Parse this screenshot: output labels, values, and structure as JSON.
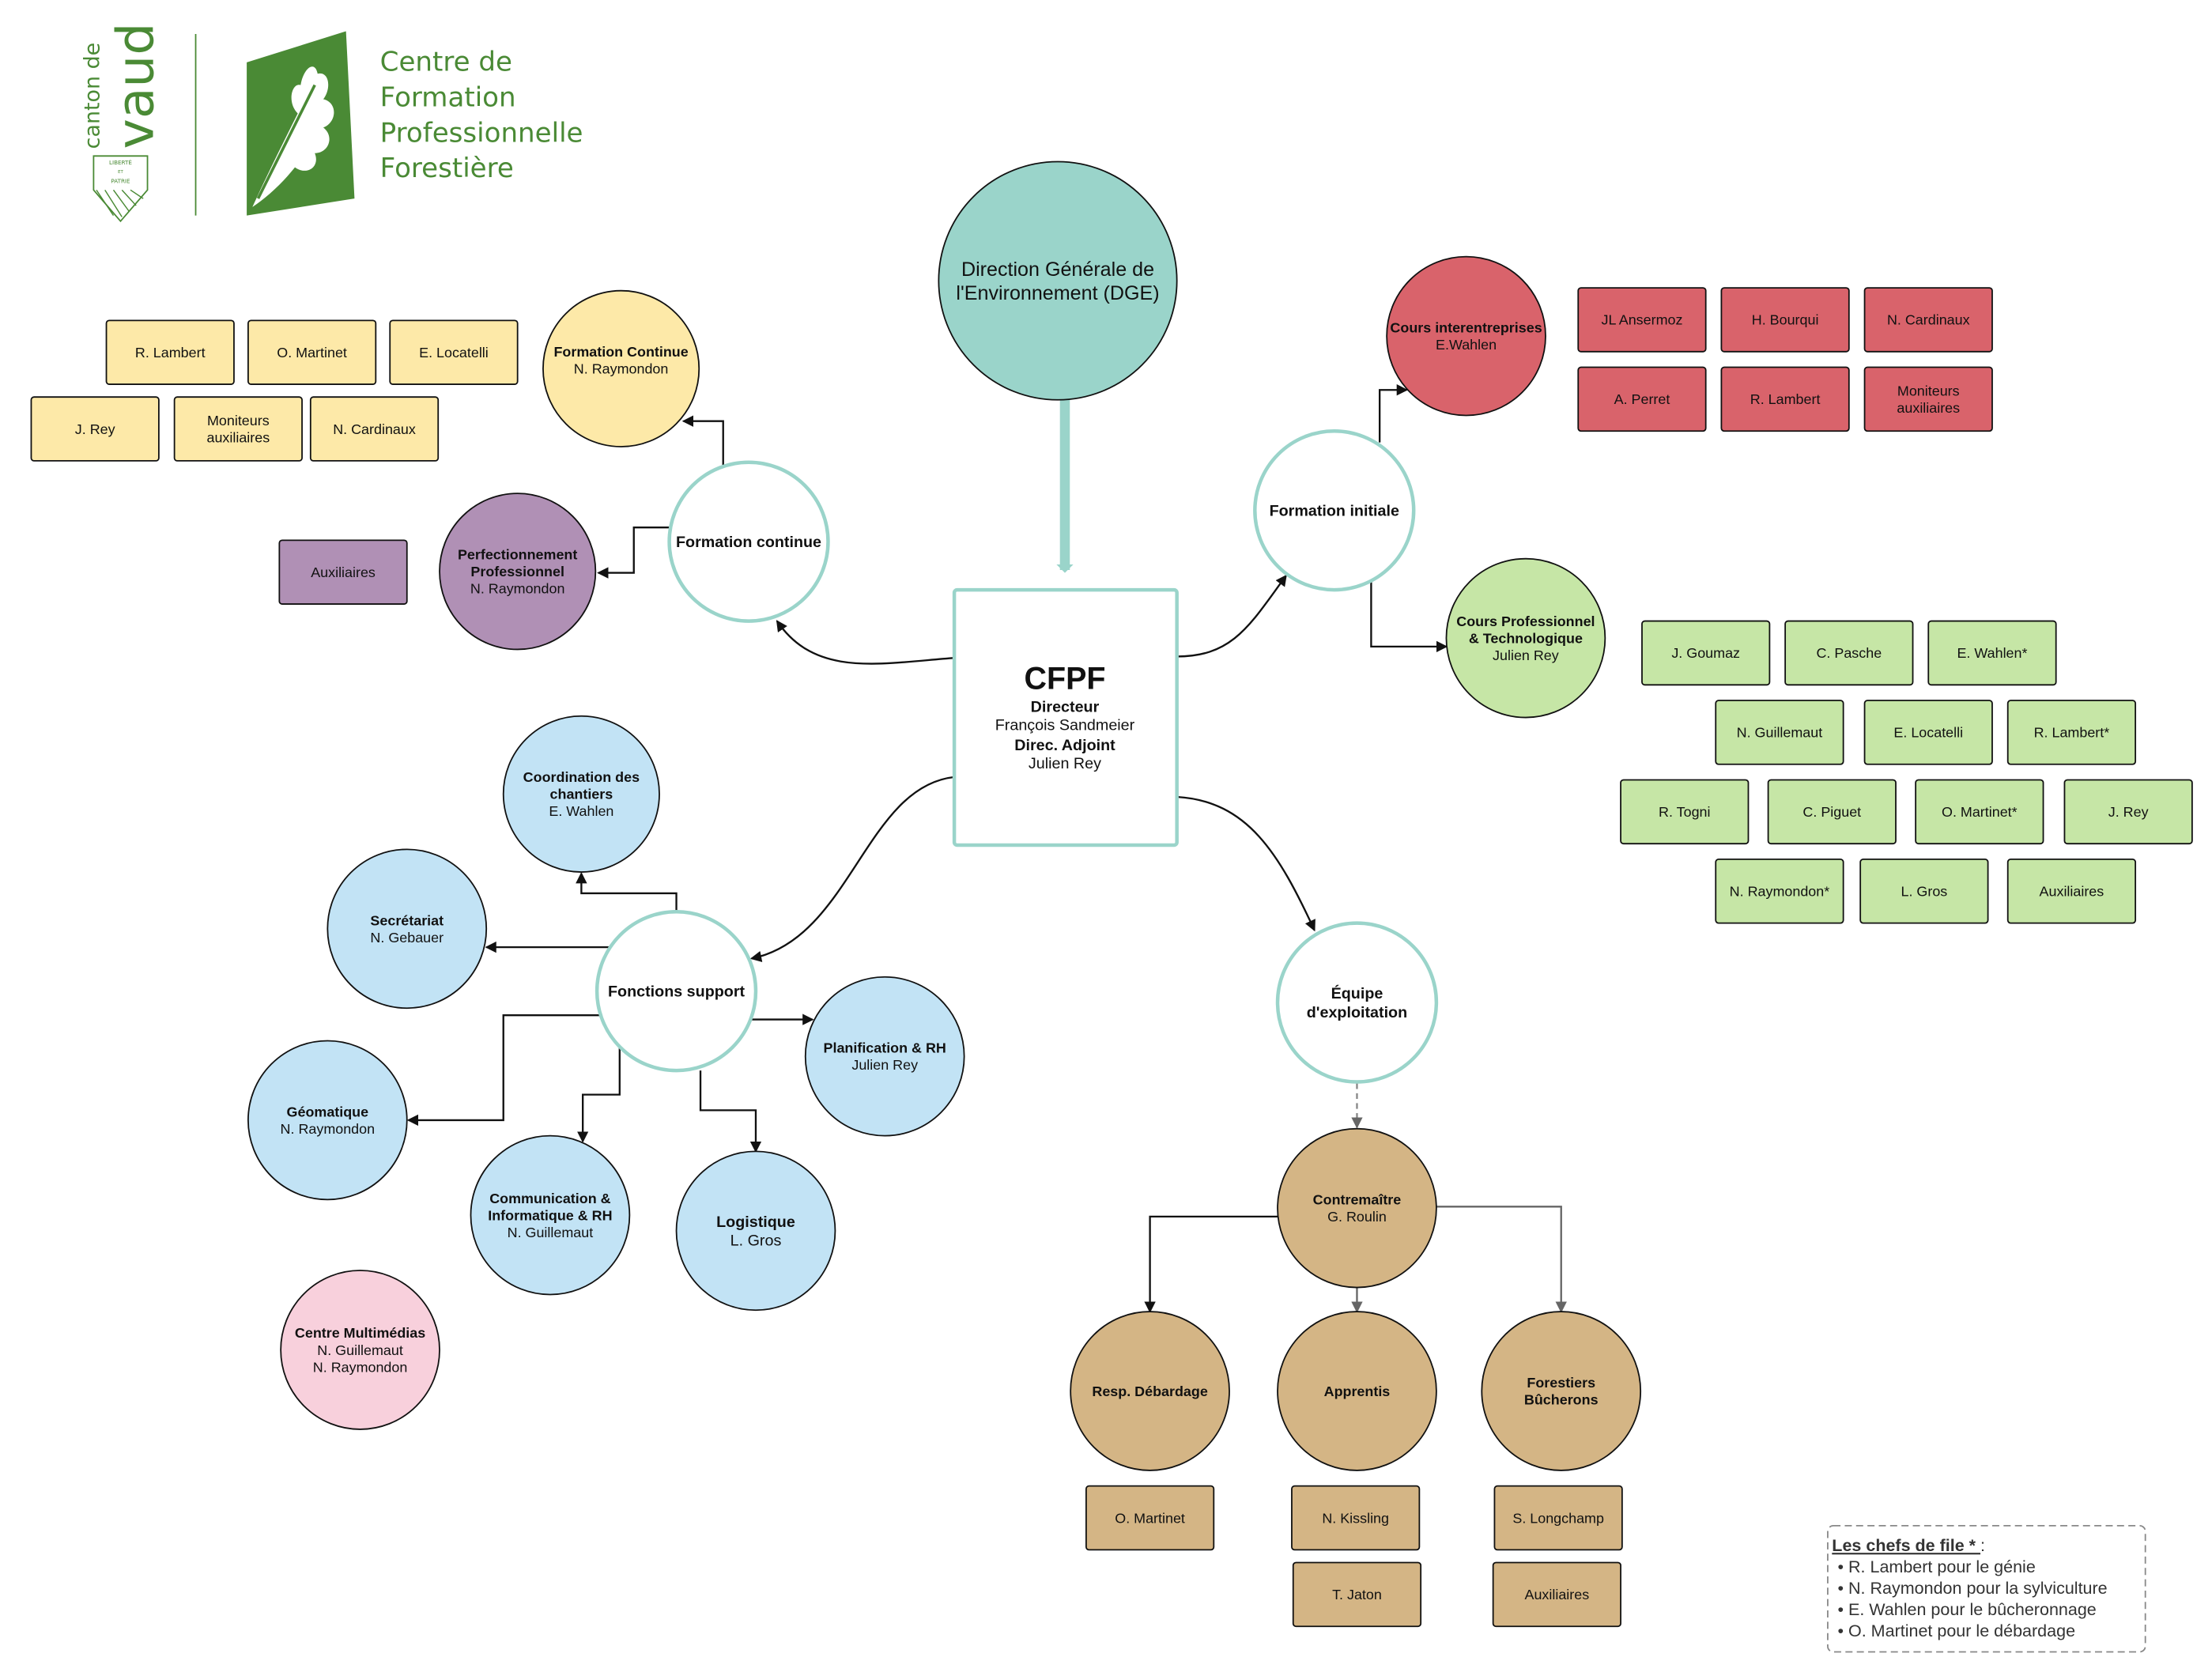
{
  "logo": {
    "canton_small": "canton de",
    "canton_big": "vaud",
    "shield_text": [
      "LIBERTÉ",
      "ET",
      "PATRIE"
    ],
    "cfpf_lines": [
      "Centre de",
      "Formation",
      "Professionnelle",
      "Forestière"
    ],
    "color": "#4a8a35"
  },
  "colors": {
    "teal": "#9ad4ca",
    "yellow": "#fde9a8",
    "purple": "#b090b5",
    "red": "#d9636b",
    "green": "#c6e6a6",
    "blue": "#c2e3f5",
    "pink": "#f8d0dc",
    "tan": "#d4b585"
  },
  "nodes": [
    {
      "id": "dge",
      "color": "teal",
      "lines": [
        {
          "t": "Direction Générale de"
        },
        {
          "t": "l'Environnement (DGE)"
        }
      ]
    },
    {
      "id": "cfpf",
      "lines": [
        {
          "t": "CFPF",
          "b": true,
          "big": true
        },
        {
          "t": "Directeur",
          "b": true
        },
        {
          "t": "François Sandmeier"
        },
        {
          "t": "Direc. Adjoint",
          "b": true
        },
        {
          "t": "Julien Rey"
        }
      ]
    },
    {
      "id": "fc",
      "color": "white",
      "lines": [
        {
          "t": "Formation continue",
          "b": true
        }
      ]
    },
    {
      "id": "fc2",
      "color": "yellow",
      "lines": [
        {
          "t": "Formation Continue",
          "b": true
        },
        {
          "t": "N. Raymondon"
        },
        {
          "t": ""
        }
      ]
    },
    {
      "id": "perf",
      "color": "purple",
      "lines": [
        {
          "t": "Perfectionnement",
          "b": true
        },
        {
          "t": "Professionnel",
          "b": true
        },
        {
          "t": "N. Raymondon"
        }
      ]
    },
    {
      "id": "fi",
      "color": "white",
      "lines": [
        {
          "t": "Formation initiale",
          "b": true
        }
      ]
    },
    {
      "id": "ci",
      "color": "red",
      "lines": [
        {
          "t": "Cours interentreprises",
          "b": true
        },
        {
          "t": "E.Wahlen"
        }
      ]
    },
    {
      "id": "cp",
      "color": "green",
      "lines": [
        {
          "t": "Cours Professionnel",
          "b": true
        },
        {
          "t": "& Technologique",
          "b": true
        },
        {
          "t": "Julien Rey"
        }
      ]
    },
    {
      "id": "fs",
      "color": "white",
      "lines": [
        {
          "t": "Fonctions support",
          "b": true
        }
      ]
    },
    {
      "id": "coord",
      "color": "blue",
      "lines": [
        {
          "t": "Coordination des",
          "b": true
        },
        {
          "t": "chantiers",
          "b": true
        },
        {
          "t": "E. Wahlen"
        }
      ]
    },
    {
      "id": "secr",
      "color": "blue",
      "lines": [
        {
          "t": "Secrétariat",
          "b": true
        },
        {
          "t": "N. Gebauer"
        }
      ]
    },
    {
      "id": "geo",
      "color": "blue",
      "lines": [
        {
          "t": "Géomatique",
          "b": true
        },
        {
          "t": "N. Raymondon"
        }
      ]
    },
    {
      "id": "comm",
      "color": "blue",
      "lines": [
        {
          "t": "Communication &",
          "b": true
        },
        {
          "t": "Informatique & RH",
          "b": true
        },
        {
          "t": "N. Guillemaut"
        }
      ]
    },
    {
      "id": "log",
      "color": "blue",
      "lines": [
        {
          "t": "Logistique",
          "b": true
        },
        {
          "t": "L. Gros"
        }
      ]
    },
    {
      "id": "plan",
      "color": "blue",
      "lines": [
        {
          "t": "Planification & RH",
          "b": true
        },
        {
          "t": "Julien Rey"
        }
      ]
    },
    {
      "id": "multi",
      "color": "pink",
      "lines": [
        {
          "t": "Centre Multimédias",
          "b": true
        },
        {
          "t": "N. Guillemaut"
        },
        {
          "t": "N. Raymondon"
        }
      ]
    },
    {
      "id": "eq",
      "color": "white",
      "lines": [
        {
          "t": "Équipe",
          "b": true
        },
        {
          "t": "d'exploitation",
          "b": true
        }
      ]
    },
    {
      "id": "contre",
      "color": "tan",
      "lines": [
        {
          "t": "Contremaître",
          "b": true
        },
        {
          "t": "G. Roulin"
        }
      ]
    },
    {
      "id": "deb",
      "color": "tan",
      "lines": [
        {
          "t": "Resp. Débardage",
          "b": true
        }
      ]
    },
    {
      "id": "app",
      "color": "tan",
      "lines": [
        {
          "t": "Apprentis",
          "b": true
        }
      ]
    },
    {
      "id": "fb",
      "color": "tan",
      "lines": [
        {
          "t": "Forestiers",
          "b": true
        },
        {
          "t": "Bûcherons",
          "b": true
        }
      ]
    }
  ],
  "boxes": {
    "yellow": [
      "R. Lambert",
      "O. Martinet",
      "E. Locatelli",
      "J. Rey",
      "Moniteurs\nauxiliaires",
      "N. Cardinaux"
    ],
    "purple": [
      "Auxiliaires"
    ],
    "red": [
      "JL Ansermoz",
      "H. Bourqui",
      "N. Cardinaux",
      "A. Perret",
      "R. Lambert",
      "Moniteurs\nauxiliaires"
    ],
    "green": [
      "J. Goumaz",
      "C. Pasche",
      "E. Wahlen*",
      "N. Guillemaut",
      "E. Locatelli",
      "R. Lambert*",
      "R. Togni",
      "C. Piguet",
      "O. Martinet*",
      "J. Rey",
      "N. Raymondon*",
      "L. Gros",
      "Auxiliaires"
    ],
    "tan": [
      "O. Martinet",
      "N. Kissling",
      "T. Jaton",
      "S. Longchamp",
      "Auxiliaires"
    ]
  },
  "legend": {
    "title": "Les chefs de file * ",
    "colon": ":",
    "items": [
      "R. Lambert pour le génie",
      "N. Raymondon pour la sylviculture",
      "E. Wahlen pour le bûcheronnage",
      "O. Martinet pour le débardage"
    ]
  }
}
